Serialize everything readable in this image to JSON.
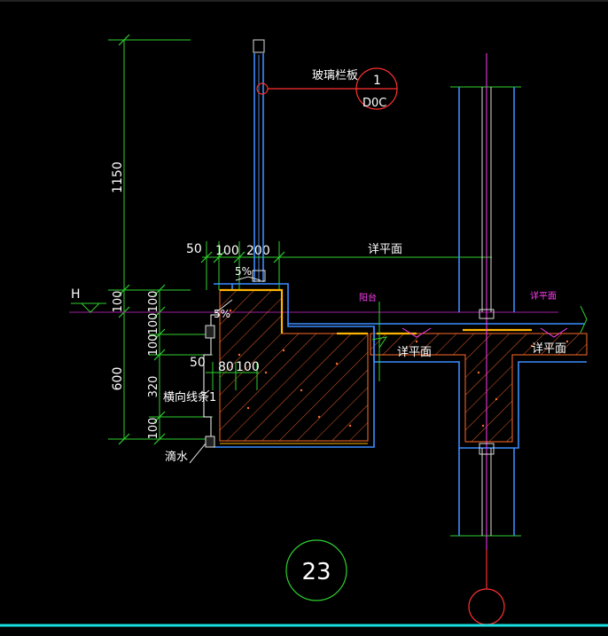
{
  "labels": {
    "glass_railing": "玻璃栏板",
    "detail_ref_num": "1",
    "detail_ref_sheet": "D0C",
    "see_plan_top": "详平面",
    "see_plan_mid": "详平面",
    "see_plan_right": "详平面",
    "see_plan_mag": "详平面",
    "balcony": "阳台",
    "horizontal_molding": "横向线条1",
    "drip": "滴水",
    "slope_top": "5%",
    "slope_mid": "5%",
    "level_mark": "H",
    "detail_number": "23"
  },
  "dimensions": {
    "h_1150": "1150",
    "h_100_top": "100",
    "h_600": "600",
    "h_100a": "100",
    "h_100b": "100",
    "h_100c": "100",
    "h_320": "320",
    "h_100_bottom": "100",
    "w_50_top": "50",
    "w_100_top": "100",
    "w_200_top": "200",
    "w_50_mid": "50",
    "w_80_mid": "80",
    "w_100_mid": "100"
  },
  "colors": {
    "background": "#000000",
    "dimension": "#2fd02f",
    "railing": "#3a8dff",
    "callout": "#ff3030",
    "structure_hatch": "#ff6a2a",
    "waterproof": "#ffb400",
    "annotation_magenta": "#ff3df5",
    "border": "#19e0e0"
  }
}
